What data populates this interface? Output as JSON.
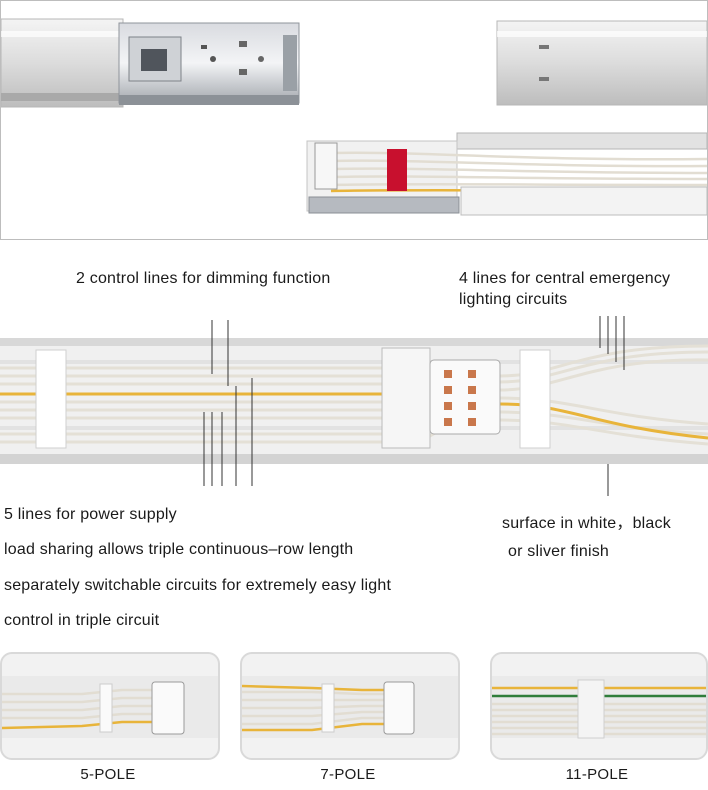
{
  "annotations": {
    "control_lines": "2 control lines for dimming function",
    "emergency_lines_1": "4 lines for central emergency",
    "emergency_lines_2": "lighting circuits",
    "power_lines": "5 lines for power supply",
    "load_sharing": "load sharing allows triple continuous–row length",
    "switchable_1": "separately switchable circuits for extremely easy light",
    "switchable_2": "control in triple circuit",
    "surface_1": "surface in white，black",
    "surface_2": "or sliver finish"
  },
  "variants": [
    {
      "label": "5-POLE"
    },
    {
      "label": "7-POLE"
    },
    {
      "label": "11-POLE"
    }
  ],
  "colors": {
    "wire_white": "#e9e6df",
    "wire_yellow": "#e8b43a",
    "wire_green": "#2f7d3a",
    "connector_red": "#c8102e",
    "rail_silver": "#e6e6e6"
  }
}
